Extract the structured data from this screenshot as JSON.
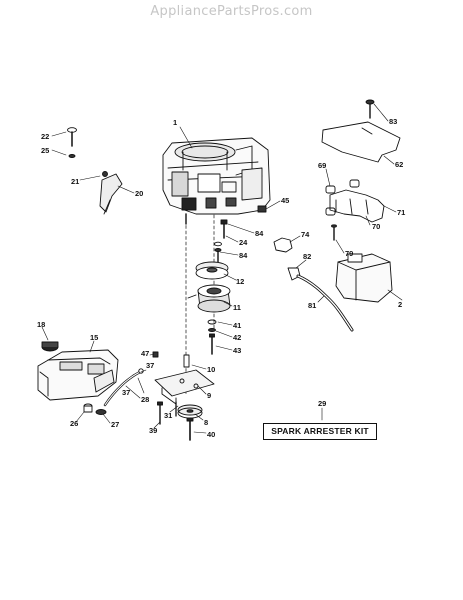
{
  "watermark": "AppliancePartsPros.com",
  "callouts": [
    {
      "id": "c1",
      "text": "1"
    },
    {
      "id": "c2",
      "text": "2"
    },
    {
      "id": "c8",
      "text": "8"
    },
    {
      "id": "c9",
      "text": "9"
    },
    {
      "id": "c10",
      "text": "10"
    },
    {
      "id": "c11",
      "text": "11"
    },
    {
      "id": "c12",
      "text": "12"
    },
    {
      "id": "c15",
      "text": "15"
    },
    {
      "id": "c18",
      "text": "18"
    },
    {
      "id": "c20",
      "text": "20"
    },
    {
      "id": "c21",
      "text": "21"
    },
    {
      "id": "c22",
      "text": "22"
    },
    {
      "id": "c24",
      "text": "24"
    },
    {
      "id": "c25",
      "text": "25"
    },
    {
      "id": "c26",
      "text": "26"
    },
    {
      "id": "c27",
      "text": "27"
    },
    {
      "id": "c28",
      "text": "28"
    },
    {
      "id": "c29",
      "text": "29"
    },
    {
      "id": "c31",
      "text": "31"
    },
    {
      "id": "c37a",
      "text": "37"
    },
    {
      "id": "c37b",
      "text": "37"
    },
    {
      "id": "c39",
      "text": "39"
    },
    {
      "id": "c40",
      "text": "40"
    },
    {
      "id": "c41",
      "text": "41"
    },
    {
      "id": "c42",
      "text": "42"
    },
    {
      "id": "c43",
      "text": "43"
    },
    {
      "id": "c45",
      "text": "45"
    },
    {
      "id": "c47",
      "text": "47"
    },
    {
      "id": "c62",
      "text": "62"
    },
    {
      "id": "c69",
      "text": "69"
    },
    {
      "id": "c70",
      "text": "70"
    },
    {
      "id": "c71",
      "text": "71"
    },
    {
      "id": "c74",
      "text": "74"
    },
    {
      "id": "c79",
      "text": "79"
    },
    {
      "id": "c81",
      "text": "81"
    },
    {
      "id": "c82",
      "text": "82"
    },
    {
      "id": "c83",
      "text": "83"
    },
    {
      "id": "c84a",
      "text": "84"
    },
    {
      "id": "c84b",
      "text": "84"
    }
  ],
  "kit_label": "SPARK ARRESTER KIT"
}
